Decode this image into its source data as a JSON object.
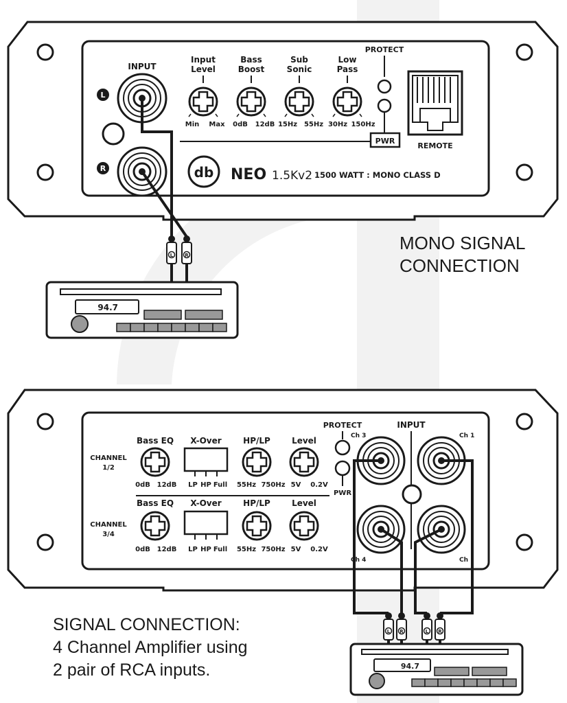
{
  "amp1": {
    "input_label": "INPUT",
    "left_badge": "L",
    "right_badge": "R",
    "knobs": [
      {
        "name": "Input Level",
        "line1": "Input",
        "line2": "Level",
        "min": "Min",
        "max": "Max"
      },
      {
        "name": "Bass Boost",
        "line1": "Bass",
        "line2": "Boost",
        "min": "0dB",
        "max": "12dB"
      },
      {
        "name": "Sub Sonic",
        "line1": "Sub",
        "line2": "Sonic",
        "min": "15Hz",
        "max": "55Hz"
      },
      {
        "name": "Low Pass",
        "line1": "Low",
        "line2": "Pass",
        "min": "30Hz",
        "max": "150Hz"
      }
    ],
    "protect_label": "PROTECT",
    "pwr_label": "PWR",
    "remote_label": "REMOTE",
    "logo_text": "db",
    "brand": "NEO",
    "model": "1.5Kv2",
    "rating": "1500 WATT : MONO CLASS D"
  },
  "head_unit_1": {
    "display": "94.7",
    "plug_left": "L",
    "plug_right": "R"
  },
  "caption1": {
    "line1": "MONO SIGNAL",
    "line2": "CONNECTION"
  },
  "amp2": {
    "rows": [
      {
        "channel_line1": "CHANNEL",
        "channel_line2": "1/2"
      },
      {
        "channel_line1": "CHANNEL",
        "channel_line2": "3/4"
      }
    ],
    "bass_eq": {
      "label": "Bass EQ",
      "min": "0dB",
      "max": "12dB"
    },
    "xover": {
      "label": "X-Over",
      "opt1": "LP",
      "opt2": "HP",
      "opt3": "Full"
    },
    "hplp": {
      "label": "HP/LP",
      "min": "55Hz",
      "max": "750Hz"
    },
    "level": {
      "label": "Level",
      "min": "5V",
      "max": "0.2V"
    },
    "protect_label": "PROTECT",
    "pwr_label": "PWR",
    "input_label": "INPUT",
    "ch3": "Ch 3",
    "ch1": "Ch 1",
    "ch4": "Ch 4",
    "ch2": "Ch"
  },
  "head_unit_2": {
    "display": "94.7",
    "plug_labels": [
      "L",
      "R",
      "L",
      "R"
    ]
  },
  "caption2": {
    "line1": "SIGNAL CONNECTION:",
    "line2": "4 Channel Amplifier using",
    "line3": "2 pair of RCA inputs."
  }
}
